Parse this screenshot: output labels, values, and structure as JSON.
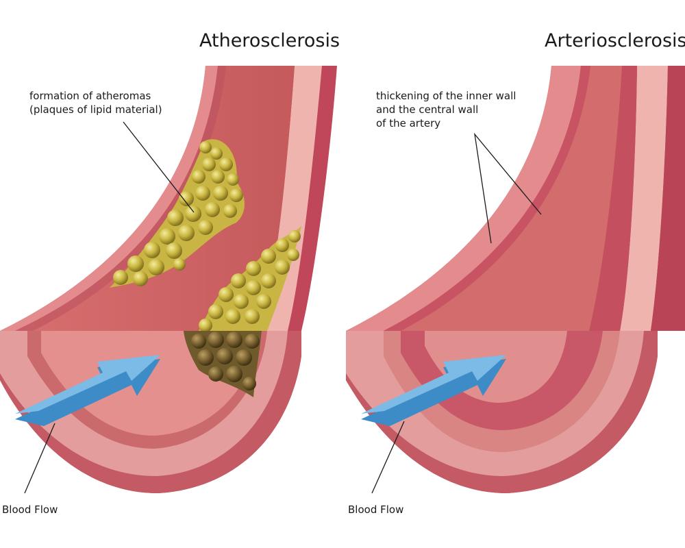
{
  "panels": [
    {
      "title": "Atherosclerosis",
      "annotation": [
        "formation of atheromas",
        "(plaques of lipid material)"
      ],
      "flow_label": "Blood Flow"
    },
    {
      "title": "Arteriosclerosis",
      "annotation": [
        "thickening of the inner wall",
        "and the central wall",
        "of the artery"
      ],
      "flow_label": "Blood Flow"
    }
  ],
  "colors": {
    "outer_wall": "#c0475a",
    "inner_wall": "#e38b8d",
    "lumen": "#cf6465",
    "cut_face": "#e29a99",
    "plaque": "#b9a63a",
    "plaque_dark": "#6e5a2a",
    "arrow": "#7bbbe6",
    "arrow_dark": "#3d8cc7"
  }
}
